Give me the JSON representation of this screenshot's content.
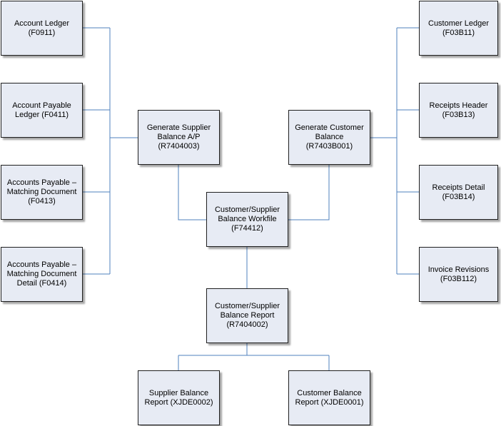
{
  "colors": {
    "box_fill": "#e7ebf4",
    "box_border": "#1f1f1f",
    "connector": "#4f81bd"
  },
  "boxes": {
    "account_ledger": "Account Ledger\n(F0911)",
    "account_payable_ledger": "Account Payable\nLedger (F0411)",
    "ap_matching_document": "Accounts Payable –\nMatching Document\n(F0413)",
    "ap_matching_document_detail": "Accounts Payable –\nMatching Document\nDetail  (F0414)",
    "generate_supplier_balance": "Generate Supplier\nBalance A/P\n(R7404003)",
    "generate_customer_balance": "Generate Customer\nBalance\n(R7403B001)",
    "balance_workfile": "Customer/Supplier\nBalance Workfile\n(F74412)",
    "balance_report": "Customer/Supplier\nBalance Report\n(R7404002)",
    "supplier_balance_report": "Supplier Balance\nReport (XJDE0002)",
    "customer_balance_report": "Customer Balance\nReport  (XJDE0001)",
    "customer_ledger": "Customer Ledger\n(F03B11)",
    "receipts_header": "Receipts Header\n(F03B13)",
    "receipts_detail": "Receipts Detail\n(F03B14)",
    "invoice_revisions": "Invoice Revisions\n(F03B112)"
  }
}
